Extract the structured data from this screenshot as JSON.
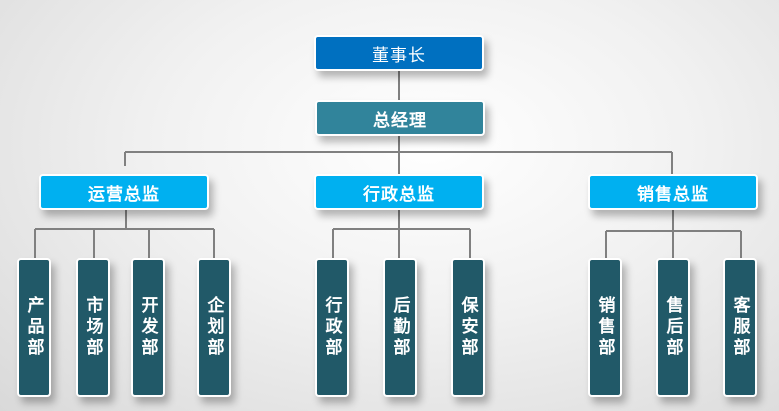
{
  "chairman": "董事长",
  "general_manager": "总经理",
  "directors": [
    {
      "label": "运营总监",
      "departments": [
        "产品部",
        "市场部",
        "开发部",
        "企划部"
      ]
    },
    {
      "label": "行政总监",
      "departments": [
        "行政部",
        "后勤部",
        "保安部"
      ]
    },
    {
      "label": "销售总监",
      "departments": [
        "销售部",
        "售后部",
        "客服部"
      ]
    }
  ],
  "colors": {
    "chairman": "#0070c0",
    "general_manager": "#31849b",
    "director": "#00b0f0",
    "department": "#215968",
    "connector": "#808080"
  }
}
